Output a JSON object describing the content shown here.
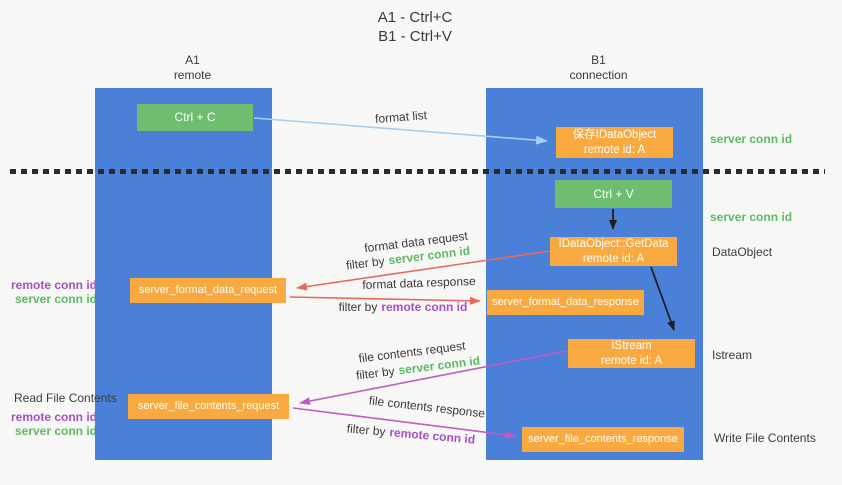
{
  "title": {
    "line1": "A1 - Ctrl+C",
    "line2": "B1 - Ctrl+V"
  },
  "lanes": {
    "left": {
      "name": "A1",
      "sub": "remote"
    },
    "right": {
      "name": "B1",
      "sub": "connection"
    }
  },
  "nodes": {
    "ctrl_c": {
      "label": "Ctrl + C"
    },
    "save_idataobject": {
      "line1": "保存IDataObject",
      "line2": "remote id: A"
    },
    "ctrl_v": {
      "label": "Ctrl + V"
    },
    "getdata": {
      "line1": "IDataObject::GetData",
      "line2": "remote id: A"
    },
    "format_request": {
      "label": "server_format_data_request"
    },
    "format_response": {
      "label": "server_format_data_response"
    },
    "istream": {
      "line1": "IStream",
      "line2": "remote id: A"
    },
    "file_request": {
      "label": "server_file_contents_request"
    },
    "file_response": {
      "label": "server_file_contents_response"
    }
  },
  "side_labels": {
    "server_conn_id_top": "server conn id",
    "server_conn_id_mid": "server conn id",
    "dataobject": "DataObject",
    "istream": "Istream",
    "write_file_contents": "Write File Contents",
    "read_file_contents": "Read File Contents",
    "format_remote_conn_id": "remote conn id",
    "format_server_conn_id": "server conn id",
    "file_remote_conn_id": "remote conn id",
    "file_server_conn_id": "server conn id"
  },
  "flow_labels": {
    "format_list": "format list",
    "format_request": "format data request",
    "format_request_filter_prefix": "filter by",
    "format_request_filter_key": "server conn id",
    "format_response": "format data response",
    "format_response_filter_prefix": "filter by",
    "format_response_filter_key": "remote conn id",
    "file_request": "file contents request",
    "file_request_filter_prefix": "filter by",
    "file_request_filter_key": "server conn id",
    "file_response": "file contents response",
    "file_response_filter_prefix": "filter by",
    "file_response_filter_key": "remote conn id"
  },
  "colors": {
    "lane_blue": "#4a80d8",
    "node_green": "#6dbe6f",
    "node_orange": "#f8aa41",
    "arrow_light_blue": "#a4cff0",
    "arrow_red": "#e7695e",
    "arrow_magenta": "#c05cc2",
    "arrow_black": "#1f1f1f",
    "text_green": "#5cbb64",
    "text_purple": "#a94fc6"
  }
}
